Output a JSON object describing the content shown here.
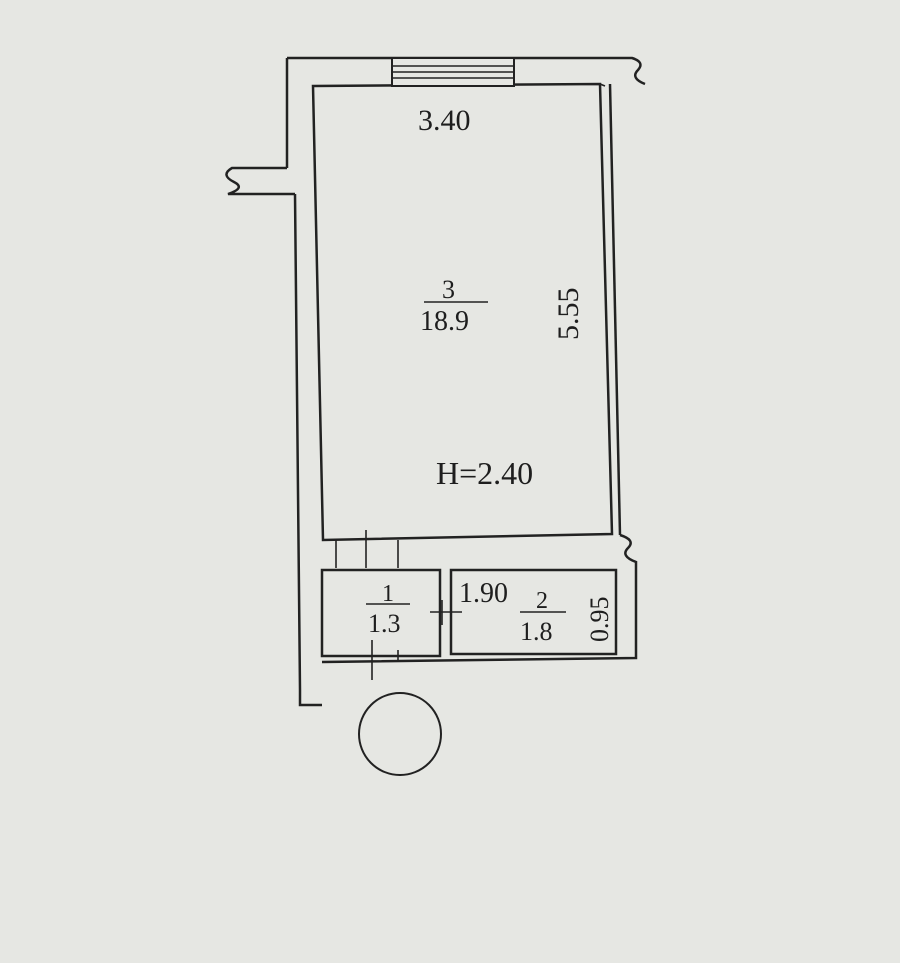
{
  "plan": {
    "dimensions": {
      "room_width": "3.40",
      "room_length": "5.55",
      "ceiling_height": "H=2.40",
      "bathroom_width": "1.90",
      "bathroom_depth": "0.95"
    },
    "rooms": [
      {
        "number": "3",
        "area": "18.9"
      },
      {
        "number": "1",
        "area": "1.3"
      },
      {
        "number": "2",
        "area": "1.8"
      }
    ]
  }
}
